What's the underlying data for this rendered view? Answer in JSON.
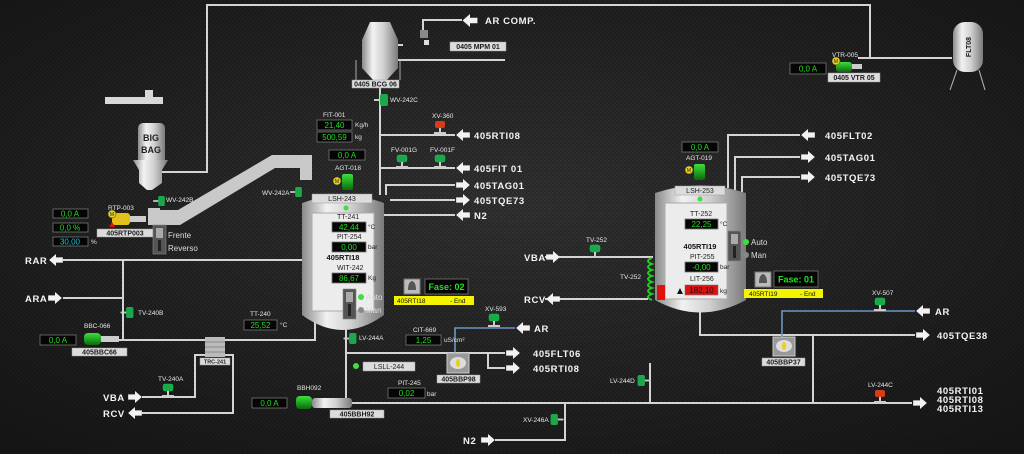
{
  "colors": {
    "background": "#262626",
    "pipe": "#d4d4d4",
    "air_pipe": "#6d95c4",
    "value_green": "#1fe01f",
    "setpoint_cyan": "#19c8d8",
    "alarm_red": "#e01010",
    "valve_open": "#1aa84a",
    "valve_closed": "#d83a1a",
    "status_yellow": "#f4f400"
  },
  "top": {
    "ar_comp": "AR COMP.",
    "silo": "0405 BCG 06",
    "mpm": "0405 MPM 01",
    "wv242c": "WV-242C",
    "vtr": {
      "tag": "VTR-005",
      "current": "0,0 A",
      "label": "0405 VTR 05",
      "motor": "M"
    },
    "filter": "FLT08"
  },
  "bigbag": {
    "text1": "BIG",
    "text2": "BAG",
    "wv242b": "WV-242B",
    "wv242a": "WV-242A",
    "rtp": {
      "tag": "RTP-003",
      "label": "405RTP003",
      "current": "0,0 A",
      "percent": "0,0 %",
      "setpoint": "30,00",
      "setpoint_unit": "%",
      "motor": "M"
    },
    "switch": {
      "forward": "Frente",
      "reverse": "Reverso"
    }
  },
  "left": {
    "rar": "RAR",
    "ara": "ARA",
    "tv240b": "TV-240B",
    "bbc": {
      "tag": "BBC-066",
      "current": "0,0 A",
      "label": "405BBC66"
    },
    "exchanger": "TRC-241",
    "tt240": {
      "tag": "TT-240",
      "value": "25,52",
      "unit": "°C"
    },
    "tv240a": "TV-240A",
    "vba": "VBA",
    "rcv": "RCV"
  },
  "tank1": {
    "name": "405RTI18",
    "fit": {
      "tag": "FIT-001",
      "flow": "21,40",
      "flow_unit": "Kg/h",
      "total": "500,59",
      "total_unit": "kg"
    },
    "agt": {
      "tag": "AGT-018",
      "current": "0,0 A",
      "motor": "M"
    },
    "lsh": "LSH-243",
    "tt": {
      "tag": "TT-241",
      "value": "42,44",
      "unit": "°C"
    },
    "pit": {
      "tag": "PIT-254",
      "value": "0,00",
      "unit": "bar"
    },
    "wit": {
      "tag": "WIT-242",
      "value": "86,67",
      "unit": "Kg"
    },
    "auto": "Auto",
    "man": "Man",
    "phase": "Fase: 02",
    "status_name": "405RTI18",
    "status_end": "- End",
    "xv360": "XV-360",
    "fv001g": "FV-001G",
    "fv001f": "FV-001F",
    "outputs": [
      "405RTI08",
      "405FIT 01",
      "405TAG01",
      "405TQE73",
      "N2"
    ]
  },
  "bottom": {
    "lv244a": "LV-244A",
    "lsll": "LSLL-244",
    "pit245": {
      "tag": "PIT-245",
      "value": "0,02",
      "unit": "bar"
    },
    "bbh": {
      "tag": "BBH092",
      "current": "0,0 A",
      "label": "405BBH92"
    },
    "cit": {
      "tag": "CIT-669",
      "value": "1,25",
      "unit": "uS/cm²"
    },
    "xv593": "XV-593",
    "ar": "AR",
    "bbp98": "405BBP98",
    "outputs": [
      "405FLT06",
      "405RTI08"
    ],
    "xv246a": "XV-246A",
    "n2": "N2",
    "lv244d": "LV-244D",
    "lv244c": "LV-244C",
    "dest": [
      "405RTI01",
      "405RTI08",
      "405RTI13"
    ]
  },
  "tank2": {
    "name": "405RTI19",
    "agt": {
      "tag": "AGT-019",
      "current": "0,0 A",
      "motor": "M"
    },
    "lsh": "LSH-253",
    "tt": {
      "tag": "TT-252",
      "value": "22,25",
      "unit": "°C"
    },
    "pit": {
      "tag": "PIT-255",
      "value": "-0,00",
      "unit": "bar"
    },
    "lit": {
      "tag": "LIT-256",
      "value": "182,10",
      "unit": "kg"
    },
    "auto": "Auto",
    "man": "Man",
    "phase": "Fase: 01",
    "status_name": "405RTI19",
    "status_end": "- End",
    "outputs": [
      "405FLT02",
      "405TAG01",
      "405TQE73"
    ],
    "tv252": "TV-252",
    "tv252b": "TV-252",
    "vba": "VBA",
    "rcv": "RCV",
    "xv507": "XV-507",
    "ar": "AR",
    "tqe38": "405TQE38",
    "bbp37": "405BBP37"
  }
}
